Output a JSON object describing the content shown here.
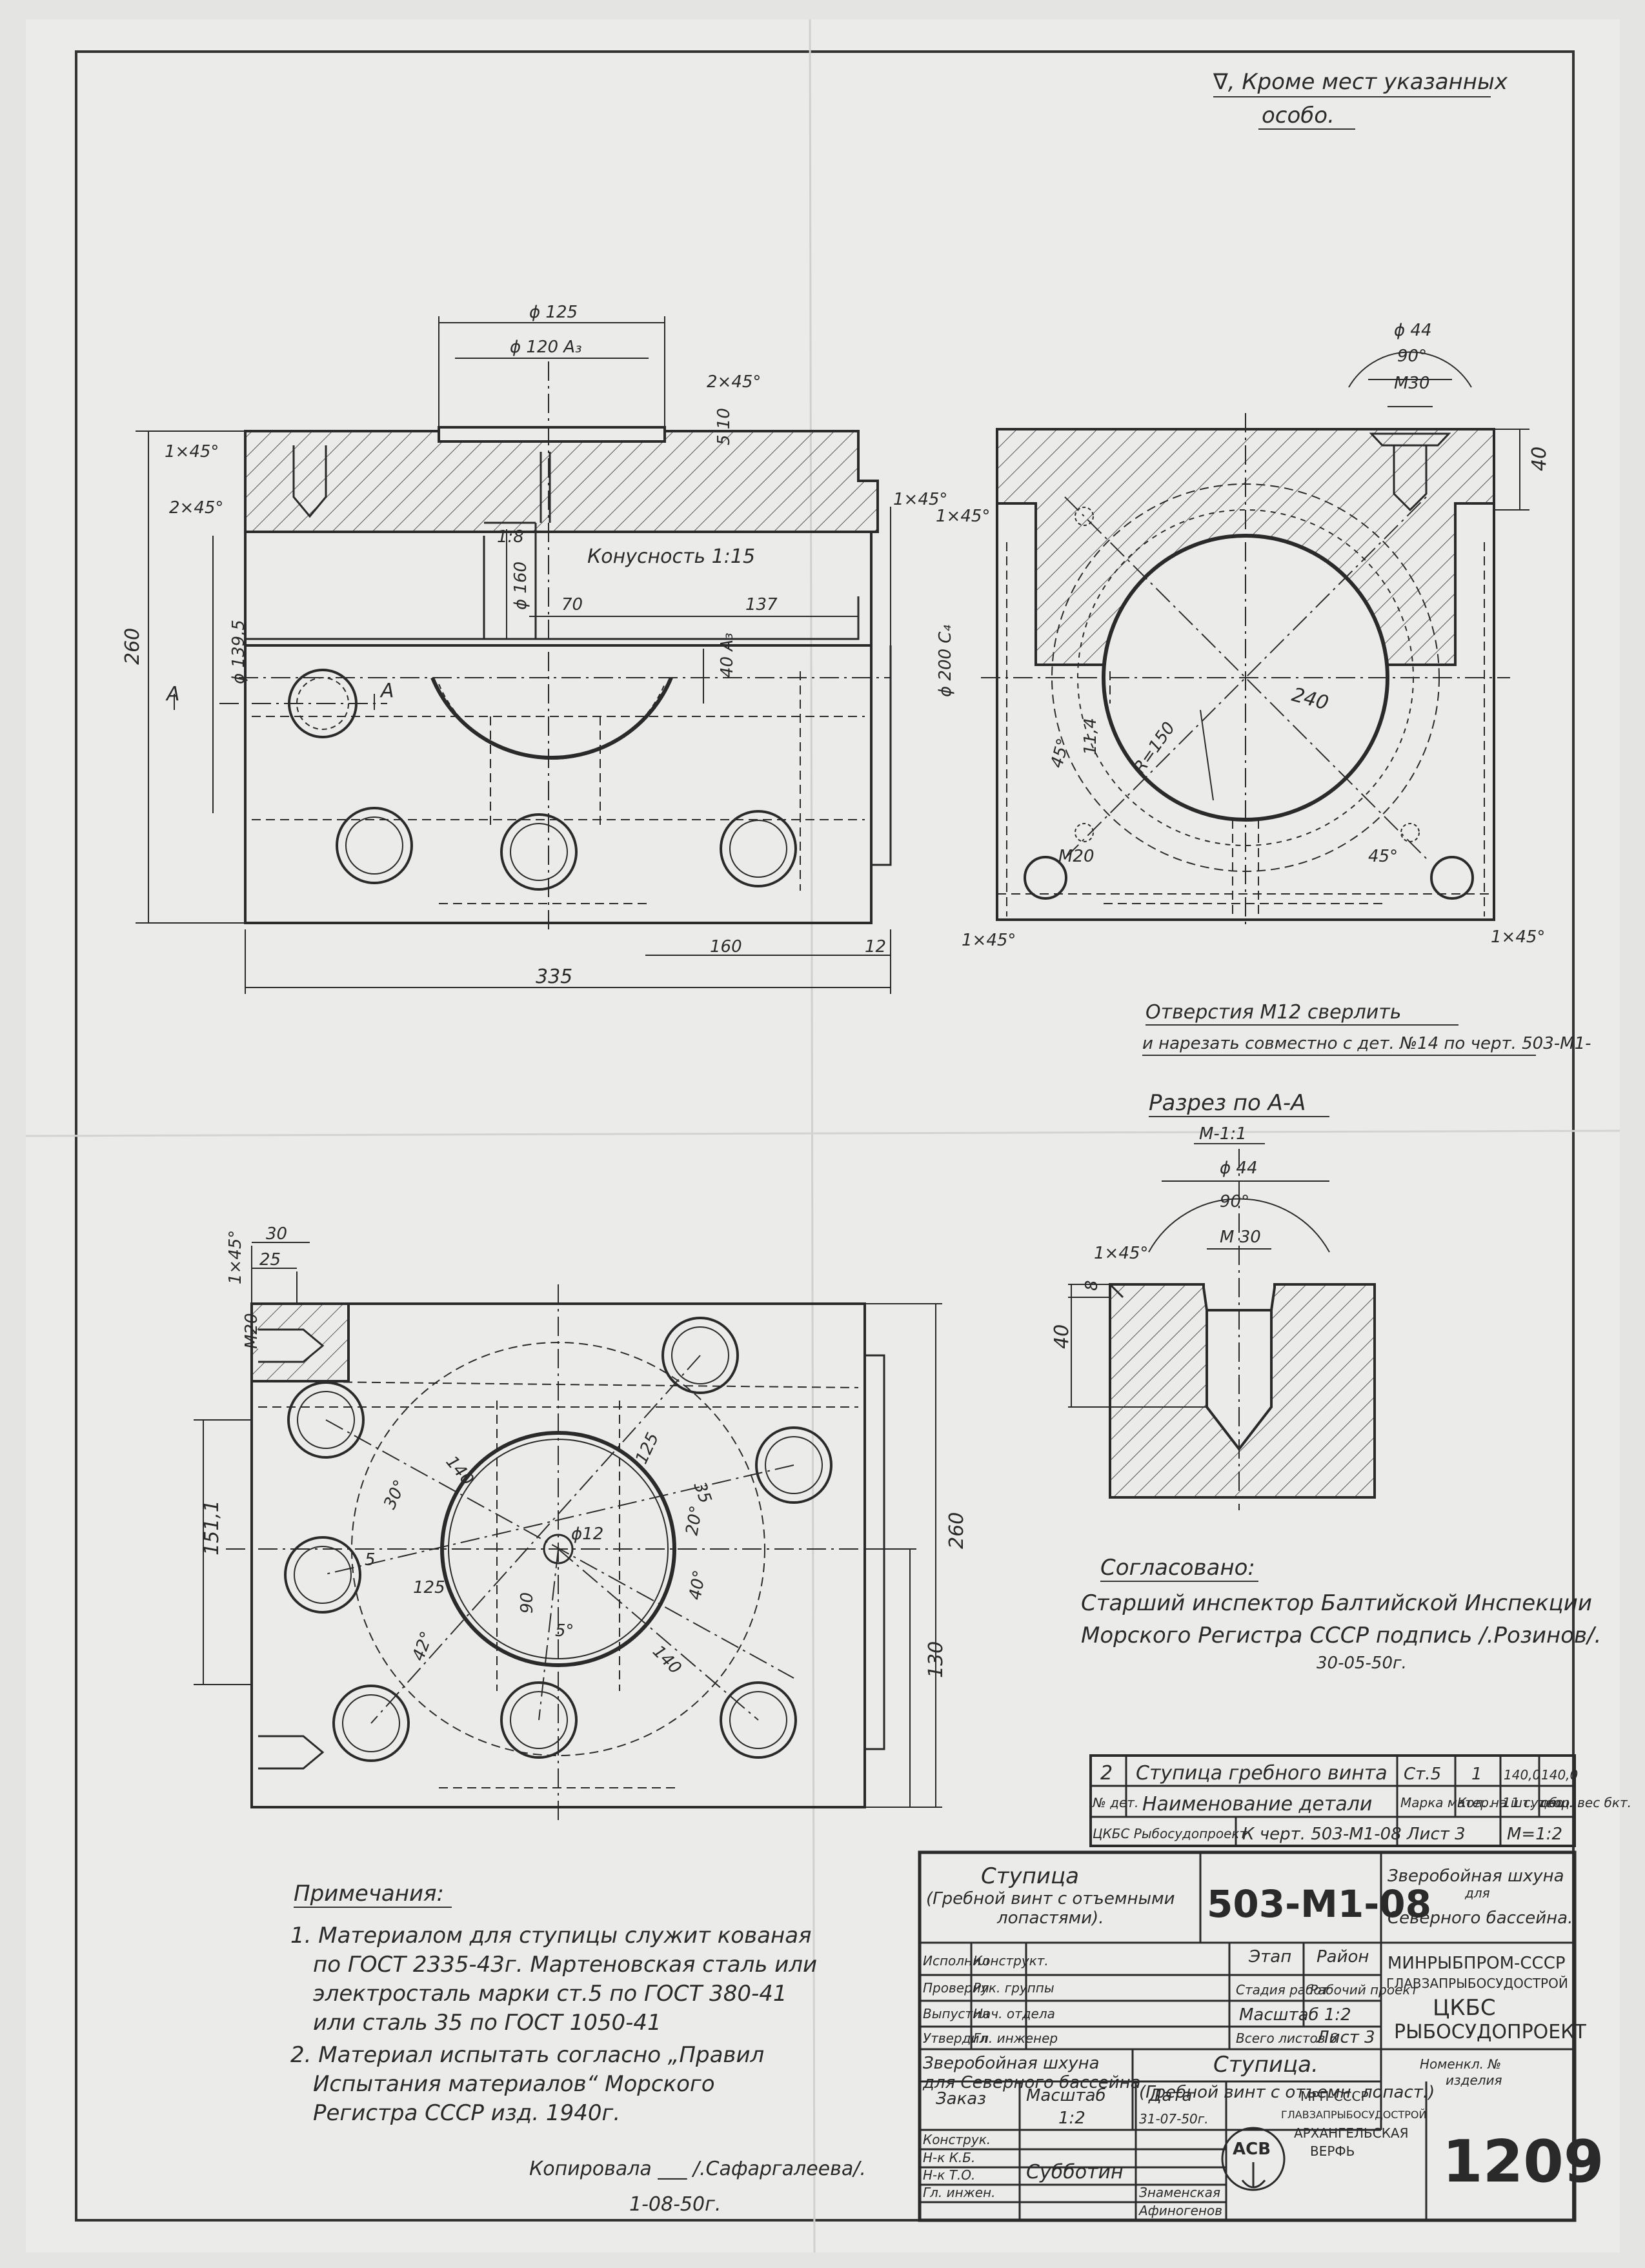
{
  "top_note": [
    "∇, Кроме мест указанных",
    "особо."
  ],
  "front_view": {
    "dims": {
      "d125": "ϕ 125",
      "d120": "ϕ 120 A₃",
      "chamfer_2x45_top": "2×45°",
      "s510": "5 10",
      "c1x45_left": "1×45°",
      "c2x45_left": "2×45°",
      "c1x45_right": "1×45°",
      "d8": "1:8",
      "konus": "Конусность 1:15",
      "d160": "ϕ 160",
      "d70": "70",
      "d137": "137",
      "d260": "260",
      "d139": "ϕ 139,5",
      "d200": "ϕ 200 C₄",
      "d40": "40 A₃",
      "d160h": "160",
      "d12": "12",
      "d335": "335",
      "sectA_left": "A",
      "sectA_right": "A"
    }
  },
  "side_view": {
    "dims": {
      "d44": "ϕ 44",
      "a90": "90°",
      "m30": "M30",
      "d40": "40",
      "c1x45_tl": "1×45°",
      "d240": "240",
      "r150": "R=150",
      "d114": "11,4",
      "a45l": "45°",
      "a45r": "45°",
      "m20": "M20",
      "c1x45_bl": "1×45°",
      "c1x45_br": "1×45°"
    },
    "holes_note": [
      "Отверстия M12 сверлить",
      "и нарезать совместно с дет. №14 по черт. 503-M1-"
    ]
  },
  "section_aa": {
    "title": "Разрез по A-A",
    "scale": "M-1:1",
    "dims": {
      "d44": "ϕ 44",
      "a90": "90°",
      "m30": "M 30",
      "c1x45": "1×45°",
      "d8": "8",
      "d40": "40"
    }
  },
  "plan_view": {
    "dims": {
      "d30": "30",
      "d25": "25",
      "c1x45": "1×45°",
      "m20": "M20",
      "d140a": "140",
      "d125a": "125",
      "d35": "35",
      "d30a": "30°",
      "d20a": "20°",
      "d12": "ϕ12",
      "d5": "5",
      "d125b": "125",
      "d40a": "40°",
      "d90": "90",
      "d5a": "5°",
      "d42a": "42°",
      "d140b": "140",
      "d151": "151,1",
      "d260": "260",
      "d130": "130"
    }
  },
  "approval": {
    "title": "Согласовано:",
    "lines": [
      "Старший инспектор Балтийской Инспекции",
      "Морского Регистра СССР подпись /.Розинов/."
    ],
    "date": "30-05-50г."
  },
  "notes": {
    "title": "Примечания:",
    "items": [
      "1. Материалом для ступицы служит кованая",
      "по ГОСТ 2335-43г. Мартеновская сталь или",
      "электросталь марки ст.5 по ГОСТ 380-41",
      "или сталь 35 по ГОСТ 1050-41",
      "2. Материал испытать согласно „Правил",
      "Испытания материалов“ Морского",
      "Регистра СССР изд. 1940г."
    ]
  },
  "copied": {
    "text": "Копировала ___ /.Сафаргалеева/.",
    "date": "1-08-50г."
  },
  "parts_table": {
    "row": [
      "2",
      "Ступица гребного винта",
      "Ст.5",
      "1",
      "140,0",
      "140,0"
    ],
    "header": [
      "№ дет.",
      "Наименование детали",
      "Марка матер.",
      "Кол. на 1 судно",
      "1шт. теор.",
      "общ. вес бкт."
    ],
    "ref": [
      "ЦКБС Рыбосудопроект",
      "К черт. 503-M1-08",
      "Лист 3",
      "M=1:2"
    ]
  },
  "title_block": {
    "part_name": [
      "Ступица",
      "(Гребной винт с отъемными",
      "лопастями)."
    ],
    "drawing_number": "503-M1-08",
    "vessel": [
      "Зверобойная шхуна",
      "для",
      "Северного бассейна."
    ],
    "roles": [
      "Исполнил",
      "Проверил",
      "Выпустил",
      "Утвердил"
    ],
    "positions": [
      "Конструкт.",
      "Рук. группы",
      "Нач. отдела",
      "Гл. инженер"
    ],
    "stage_labels": [
      "Этап",
      "Район"
    ],
    "stage_values": [
      "Стадия работ",
      "Рабочий проект"
    ],
    "scale_label": "Масштаб 1:2",
    "sheets": [
      "Всего листов 6",
      "Лист 3"
    ],
    "ministry": [
      "МИНРЫБПРОМ-СССР",
      "ГЛАВЗАПРЫБОСУДОСТРОЙ"
    ],
    "org": [
      "ЦКБС",
      "РЫБОСУДОПРОЕКТ"
    ],
    "lower": {
      "vessel": [
        "Зверобойная шхуна",
        "для Северного бассейна"
      ],
      "part": [
        "Ступица.",
        "(Гребной винт с отъемн. лопаст.)"
      ],
      "nomenkl": [
        "Номенкл. №",
        "изделия"
      ],
      "order_label": "Заказ",
      "scale_label": "Масштаб",
      "scale_value": "1:2",
      "date_label": "Дата",
      "date_value": "31-07-50г.",
      "roles": [
        "Конструк.",
        "Н-к К.Б.",
        "Н-к Т.О.",
        "Гл. инжен."
      ],
      "signatures": [
        "Субботин",
        "Знаменская",
        "Афиногенов"
      ],
      "yard": [
        "МРП-СССР",
        "ГЛАВЗАПРЫБОСУДОСТРОЙ",
        "АРХАНГЕЛЬСКАЯ",
        "ВЕРФЬ"
      ],
      "logo": "ACB",
      "inventory_number": "1209"
    }
  }
}
